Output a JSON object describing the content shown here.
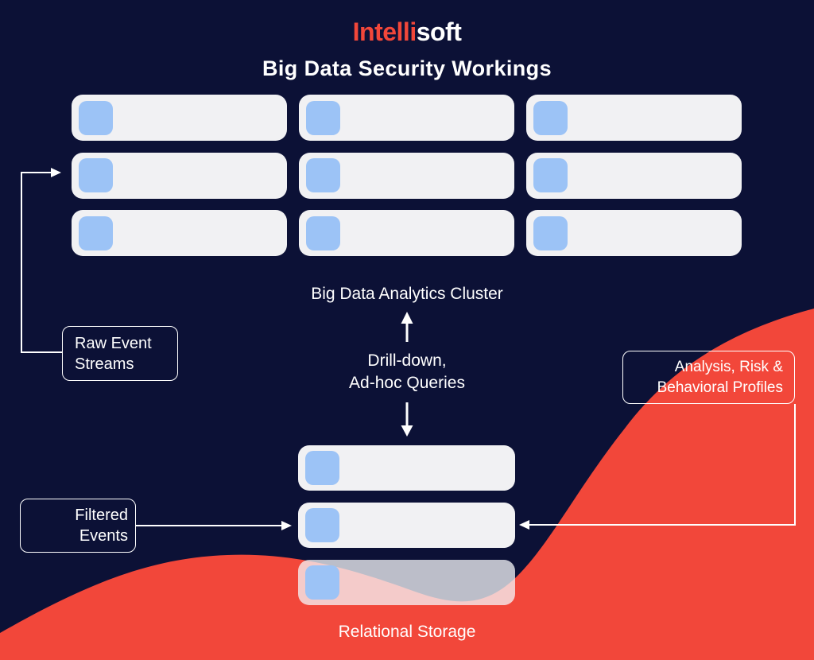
{
  "brand": {
    "name_primary": "Intelli",
    "name_secondary": "soft"
  },
  "header": {
    "title": "Big Data Security Workings"
  },
  "cluster": {
    "label": "Big Data Analytics Cluster",
    "node_count": 9,
    "columns": 3
  },
  "queries": {
    "line1": "Drill-down,",
    "line2": "Ad-hoc Queries"
  },
  "storage": {
    "label": "Relational Storage",
    "node_count": 3
  },
  "callouts": {
    "raw_event_streams": {
      "line1": "Raw Event",
      "line2": "Streams"
    },
    "filtered_events": {
      "line1": "Filtered",
      "line2": "Events"
    },
    "analysis_profiles": {
      "line1": "Analysis, Risk &",
      "line2": "Behavioral Profiles"
    }
  },
  "colors": {
    "background": "#0C1136",
    "accent_red": "#F2473A",
    "node_fill": "#F1F1F3",
    "node_chip": "#9CC3F6",
    "text": "#FFFFFF"
  }
}
